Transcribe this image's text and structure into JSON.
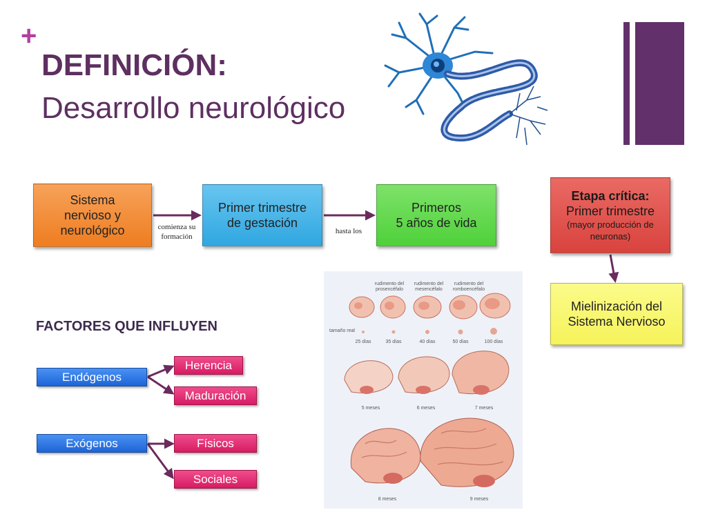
{
  "header": {
    "plus_symbol": "+",
    "title_line1": "DEFINICIÓN:",
    "title_line2": "Desarrollo neurológico"
  },
  "flow": {
    "box1": [
      "Sistema",
      "nervioso y",
      "neurológico"
    ],
    "link1": [
      "comienza su",
      "formación"
    ],
    "box2": [
      "Primer trimestre",
      "de gestación"
    ],
    "link2": "hasta los",
    "box3": [
      "Primeros",
      "5 años de vida"
    ],
    "critical": {
      "heading": "Etapa crítica:",
      "line": "Primer trimestre",
      "note": [
        "(mayor producción de",
        "neuronas)"
      ]
    },
    "myelin": [
      "Mielinización del",
      "Sistema Nervioso"
    ]
  },
  "factors": {
    "title": "FACTORES QUE INFLUYEN",
    "endogenous": {
      "label": "Endógenos",
      "children": [
        "Herencia",
        "Maduración"
      ]
    },
    "exogenous": {
      "label": "Exógenos",
      "children": [
        "Físicos",
        "Sociales"
      ]
    }
  },
  "brain_image": {
    "top_labels": [
      [
        "rudimento del",
        "prosencéfalo"
      ],
      [
        "rudimento del",
        "mesencéfalo"
      ],
      [
        "rudimento del",
        "romboencéfalo"
      ]
    ],
    "size_label": "tamaño real",
    "ages_row1": [
      "25 días",
      "35 días",
      "40 días",
      "50 días",
      "100 días"
    ],
    "ages_row2": [
      "5 meses",
      "6 meses",
      "7 meses"
    ],
    "ages_row3": [
      "8 meses",
      "9 meses"
    ]
  },
  "colors": {
    "title": "#5e2f61",
    "arrow": "#6b2a5e",
    "endogenous_exogenous": "#1d64d8",
    "subfactors": "#d81b64"
  }
}
